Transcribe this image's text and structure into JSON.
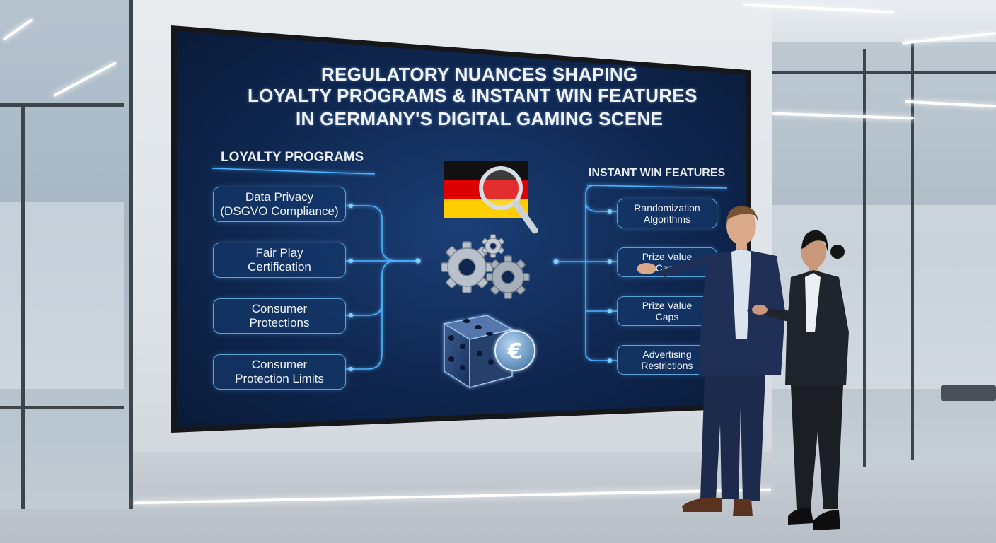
{
  "slide": {
    "title_lines": [
      "REGULATORY NUANCES SHAPING",
      "LOYALTY PROGRAMS & INSTANT WIN FEATURES",
      "IN GERMANY'S DIGITAL GAMING SCENE"
    ],
    "left_column": {
      "heading": "LOYALTY PROGRAMS",
      "items": [
        {
          "line1": "Data Privacy",
          "line2": "(DSGVO Compliance)"
        },
        {
          "line1": "Fair Play",
          "line2": "Certification"
        },
        {
          "line1": "Consumer",
          "line2": "Protections"
        },
        {
          "line1": "Consumer",
          "line2": "Protection Limits"
        }
      ]
    },
    "right_column": {
      "heading": "INSTANT WIN FEATURES",
      "items": [
        {
          "line1": "Randomization",
          "line2": "Algorithms"
        },
        {
          "line1": "Prize Value",
          "line2": "Caps"
        },
        {
          "line1": "Prize Value",
          "line2": "Caps"
        },
        {
          "line1": "Advertising",
          "line2": "Restrictions"
        }
      ]
    },
    "center_icons": [
      "german-flag-magnifier-icon",
      "gears-icon",
      "dice-icon",
      "euro-coin-icon"
    ],
    "euro_symbol": "€"
  },
  "colors": {
    "screen_bg": "#0f2750",
    "accent_line": "#4fb3ff",
    "flag_black": "#111111",
    "flag_red": "#dd0000",
    "flag_gold": "#ffce00"
  }
}
